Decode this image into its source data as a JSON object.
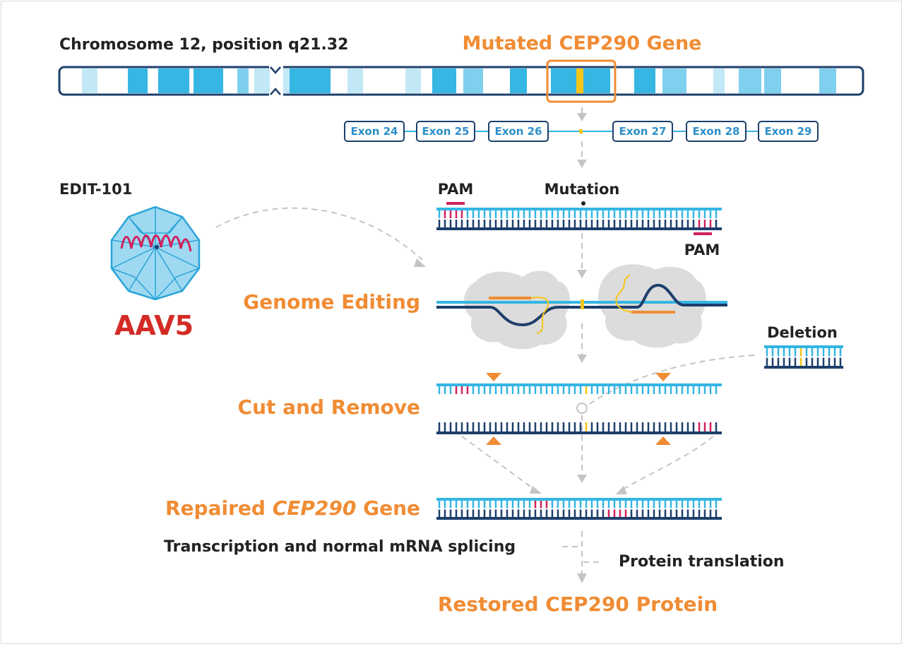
{
  "colors": {
    "orange": "#f08c34",
    "navy": "#1d3f6b",
    "cyan": "#35b6e3",
    "light_cyan": "#c2e8f6",
    "mid_blue": "#7fd0ee",
    "magenta": "#d0215d",
    "yellow": "#f5c518",
    "gray_protein": "#dcdcdc",
    "dash_gray": "#c4c4c4",
    "aav_red": "#d32b25",
    "text_dark": "#222222"
  },
  "chromosome": {
    "location_label": "Chromosome 12, position q21.32",
    "gene_label": "Mutated CEP290 Gene"
  },
  "exons": [
    "Exon 24",
    "Exon 25",
    "Exon 26",
    "Exon 27",
    "Exon 28",
    "Exon 29"
  ],
  "vector": {
    "name": "EDIT-101",
    "capsid_label": "AAV5",
    "capsid_icon": "aav-capsid-icon"
  },
  "strand_labels": {
    "pam_top": "PAM",
    "mutation": "Mutation",
    "pam_bottom": "PAM",
    "deletion": "Deletion"
  },
  "steps": {
    "genome_editing": "Genome Editing",
    "cut_and_remove": "Cut and Remove",
    "repaired_prefix": "Repaired ",
    "repaired_gene": "CEP290",
    "repaired_suffix": " Gene",
    "transcription": "Transcription and normal mRNA splicing",
    "translation": "Protein translation",
    "restored": "Restored CEP290 Protein"
  }
}
